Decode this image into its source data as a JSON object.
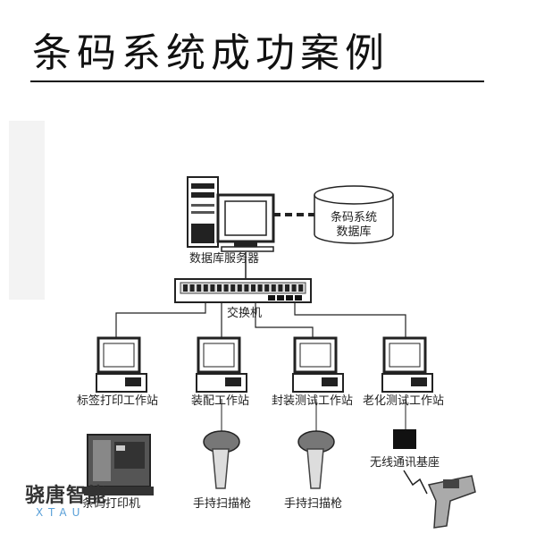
{
  "title": "条码系统成功案例",
  "nodes": {
    "server": "数据库服务器",
    "database": "条码系统\n数据库",
    "switch": "交换机",
    "station_label": "标签打印工作站",
    "station_assembly": "装配工作站",
    "station_packaging": "封装测试工作站",
    "station_aging": "老化测试工作站",
    "printer": "条码打印机",
    "scanner_1": "手持扫描枪",
    "scanner_2": "手持扫描枪",
    "base_station": "无线通讯基座"
  },
  "watermark": {
    "name": "骁唐智能",
    "sub": "XTAU"
  }
}
